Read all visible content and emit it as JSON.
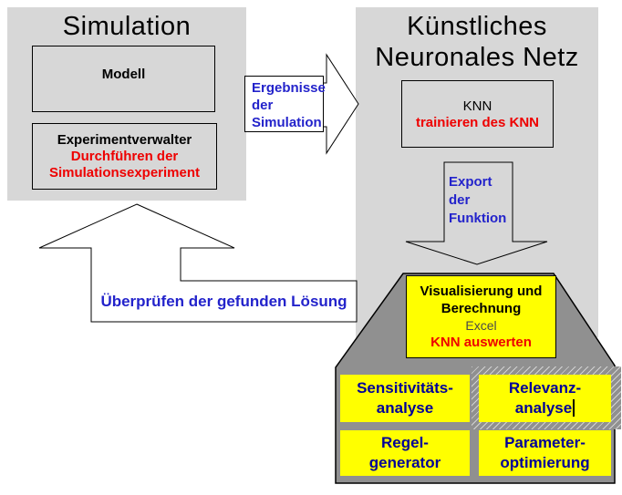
{
  "colors": {
    "panel_gray": "#d7d7d7",
    "dark_gray": "#909090",
    "yellow": "#ffff00",
    "arrow_label_blue": "#2323cb",
    "module_text_navy": "#000099",
    "highlight_red": "#ee0000"
  },
  "simulation_panel": {
    "title": "Simulation",
    "modell_box": {
      "label": "Modell"
    },
    "experiment_box": {
      "line1": "Experimentverwalter",
      "line2": "Durchführen der",
      "line3": "Simulationsexperiment"
    }
  },
  "knn_panel": {
    "title_line1": "Künstliches",
    "title_line2": "Neuronales Netz",
    "knn_box": {
      "line1": "KNN",
      "line2": "trainieren des KNN"
    }
  },
  "arrows": {
    "results": {
      "line1": "Ergebnisse",
      "line2": "der",
      "line3": "Simulation"
    },
    "export": {
      "line1": "Export",
      "line2": "der",
      "line3": "Funktion"
    },
    "verify": {
      "label": "Überprüfen der gefunden Lösung"
    }
  },
  "analysis_block": {
    "header": {
      "line1": "Visualisierung und",
      "line2": "Berechnung",
      "line3": "Excel",
      "line4": "KNN auswerten"
    },
    "modules": [
      {
        "line1": "Sensitivitäts-",
        "line2": "analyse"
      },
      {
        "line1": "Relevanz-",
        "line2": "analyse"
      },
      {
        "line1": "Regel-",
        "line2": "generator"
      },
      {
        "line1": "Parameter-",
        "line2": "optimierung"
      }
    ]
  }
}
